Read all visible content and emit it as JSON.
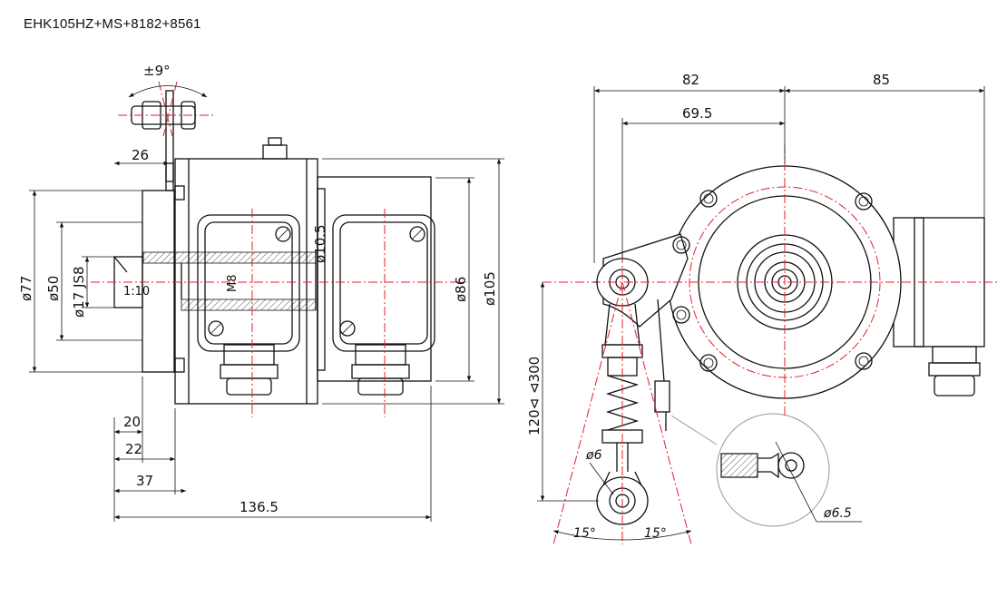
{
  "title": "EHK105HZ+MS+8182+8561",
  "colors": {
    "ink": "#111111",
    "centerline": "#e0202a",
    "detail_circle": "#999999"
  },
  "left_view": {
    "dims": {
      "angle": "±9°",
      "d26": "26",
      "d77": "ø77",
      "d50": "ø50",
      "d17": "ø17 JS8",
      "taper": "1:10",
      "m8": "M8",
      "d105s": "ø10.5",
      "d86": "ø86",
      "d105": "ø105",
      "d20": "20",
      "d22": "22",
      "d37": "37",
      "d1365": "136.5"
    }
  },
  "right_view": {
    "dims": {
      "d82": "82",
      "d85": "85",
      "d695": "69.5",
      "d120": "120⊲ ⊲300",
      "d6": "ø6",
      "d65": "ø6.5",
      "a15l": "15°",
      "a15r": "15°"
    }
  }
}
